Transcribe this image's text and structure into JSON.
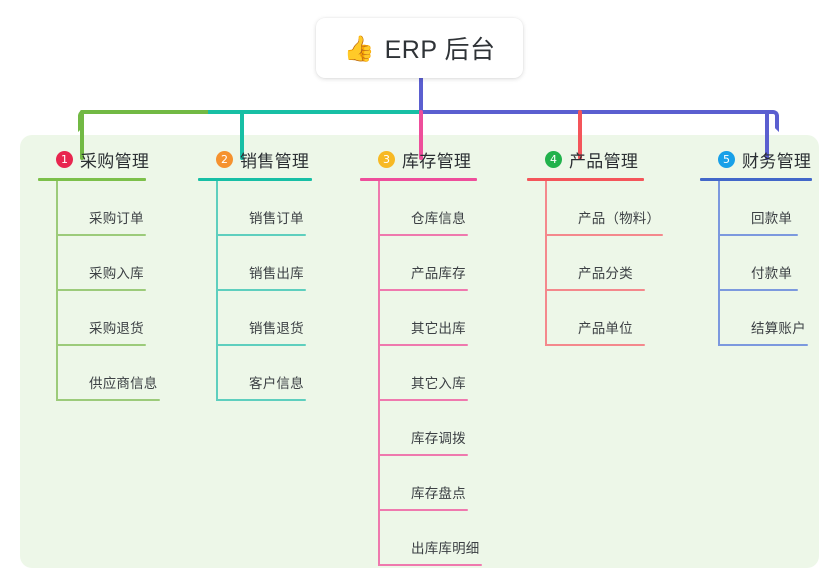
{
  "title": {
    "emoji": "👍",
    "emoji_name": "thumbs-up-icon",
    "text": "ERP 后台"
  },
  "colors": {
    "panel_bg": "#edf7e8",
    "page_bg": "#ffffff",
    "bus_green": "#72b944",
    "bus_teal": "#17bfa5",
    "bus_purple": "#5b5fd0",
    "drop_pink": "#ee4e9b",
    "drop_red": "#f4555a"
  },
  "columns": [
    {
      "index": "1",
      "badge_color": "#e8264f",
      "rule_color": "#7cc04a",
      "line_color": "#9ccb7a",
      "label": "采购管理",
      "rule_width": 108,
      "items": [
        {
          "label": "采购订单",
          "rule_width": 90
        },
        {
          "label": "采购入库",
          "rule_width": 90
        },
        {
          "label": "采购退货",
          "rule_width": 90
        },
        {
          "label": "供应商信息",
          "rule_width": 104
        }
      ]
    },
    {
      "index": "2",
      "badge_color": "#f5922f",
      "rule_color": "#17bfa5",
      "line_color": "#5ecfbe",
      "label": "销售管理",
      "rule_width": 114,
      "items": [
        {
          "label": "销售订单",
          "rule_width": 90
        },
        {
          "label": "销售出库",
          "rule_width": 90
        },
        {
          "label": "销售退货",
          "rule_width": 90
        },
        {
          "label": "客户信息",
          "rule_width": 90
        }
      ]
    },
    {
      "index": "3",
      "badge_color": "#f7b924",
      "rule_color": "#ee4e9b",
      "line_color": "#ef79ae",
      "label": "库存管理",
      "rule_width": 117,
      "items": [
        {
          "label": "仓库信息",
          "rule_width": 90
        },
        {
          "label": "产品库存",
          "rule_width": 90
        },
        {
          "label": "其它出库",
          "rule_width": 90
        },
        {
          "label": "其它入库",
          "rule_width": 90
        },
        {
          "label": "库存调拨",
          "rule_width": 90
        },
        {
          "label": "库存盘点",
          "rule_width": 90
        },
        {
          "label": "出库库明细",
          "rule_width": 104
        }
      ]
    },
    {
      "index": "4",
      "badge_color": "#22b24c",
      "rule_color": "#f4555a",
      "line_color": "#f4888c",
      "label": "产品管理",
      "rule_width": 117,
      "items": [
        {
          "label": "产品（物料）",
          "rule_width": 118
        },
        {
          "label": "产品分类",
          "rule_width": 100
        },
        {
          "label": "产品单位",
          "rule_width": 100
        }
      ]
    },
    {
      "index": "5",
      "badge_color": "#18a0e8",
      "rule_color": "#4267c9",
      "line_color": "#7c99de",
      "label": "财务管理",
      "rule_width": 112,
      "items": [
        {
          "label": "回款单",
          "rule_width": 80
        },
        {
          "label": "付款单",
          "rule_width": 80
        },
        {
          "label": "结算账户",
          "rule_width": 90
        }
      ]
    }
  ]
}
